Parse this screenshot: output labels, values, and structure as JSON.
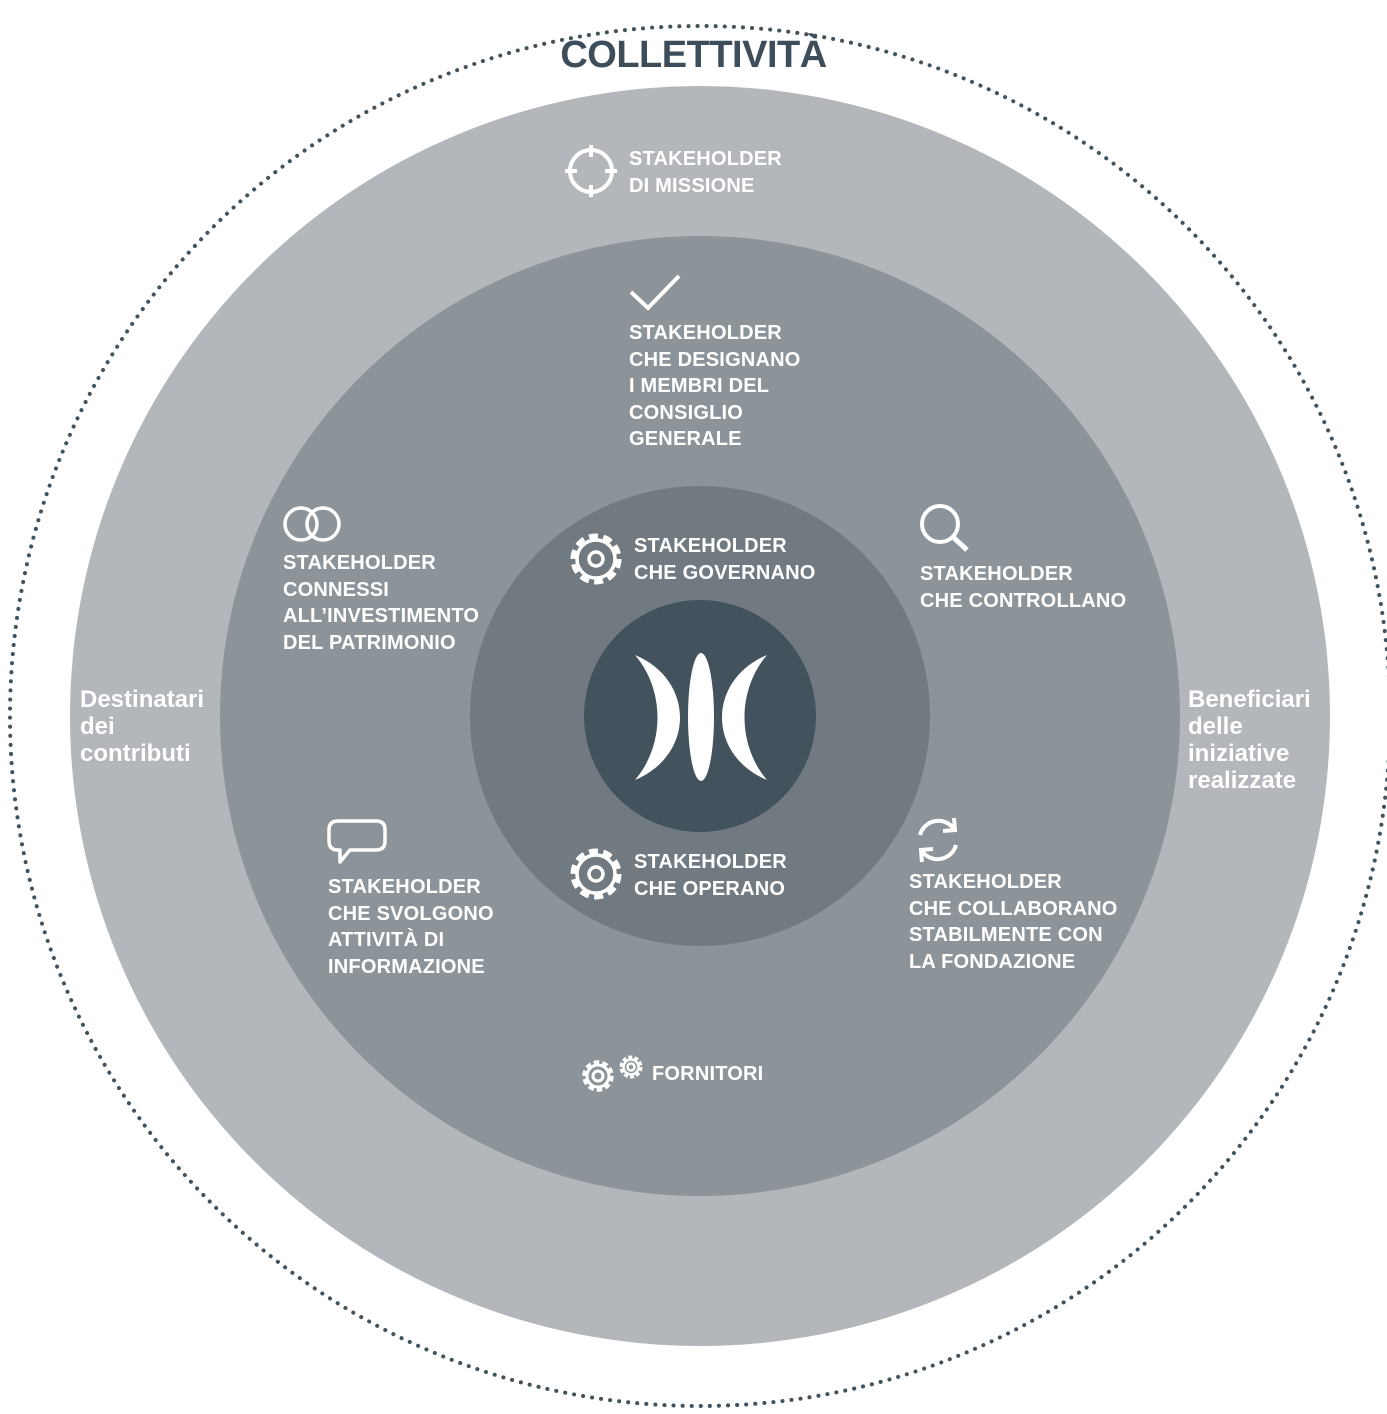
{
  "title": "COLLETTIVITÀ",
  "left_label": "Destinatari\ndei\ncontributi",
  "right_label": "Beneficiari\ndelle\niniziative\nrealizzate",
  "mission": "STAKEHOLDER\nDI MISSIONE",
  "designate": "STAKEHOLDER\nCHE DESIGNANO\nI MEMBRI DEL\nCONSIGLIO\nGENERALE",
  "investment": "STAKEHOLDER\nCONNESSI\nALL’INVESTIMENTO\nDEL PATRIMONIO",
  "control": "STAKEHOLDER\nCHE CONTROLLANO",
  "information": "STAKEHOLDER\nCHE SVOLGONO\nATTIVITÀ DI\nINFORMAZIONE",
  "collaborate": "STAKEHOLDER\nCHE COLLABORANO\nSTABILMENTE CON\nLA FONDAZIONE",
  "suppliers": "FORNITORI",
  "govern": "STAKEHOLDER\nCHE GOVERNANO",
  "operate": "STAKEHOLDER\nCHE OPERANO",
  "colors": {
    "outer_ring": "#b3b7bb",
    "middle_ring": "#8d9499",
    "inner_ring": "#717a80",
    "core": "#42535e",
    "title": "#3d4d59",
    "dotted_border": "#42535e"
  },
  "icons": {
    "mission": "crosshair-icon",
    "designate": "checkmark-icon",
    "investment": "linked-rings-icon",
    "control": "magnifier-icon",
    "information": "speech-bubble-icon",
    "collaborate": "refresh-icon",
    "suppliers": "gears-icon",
    "govern": "gear-icon",
    "operate": "gear-icon",
    "core": "foundation-logo"
  }
}
